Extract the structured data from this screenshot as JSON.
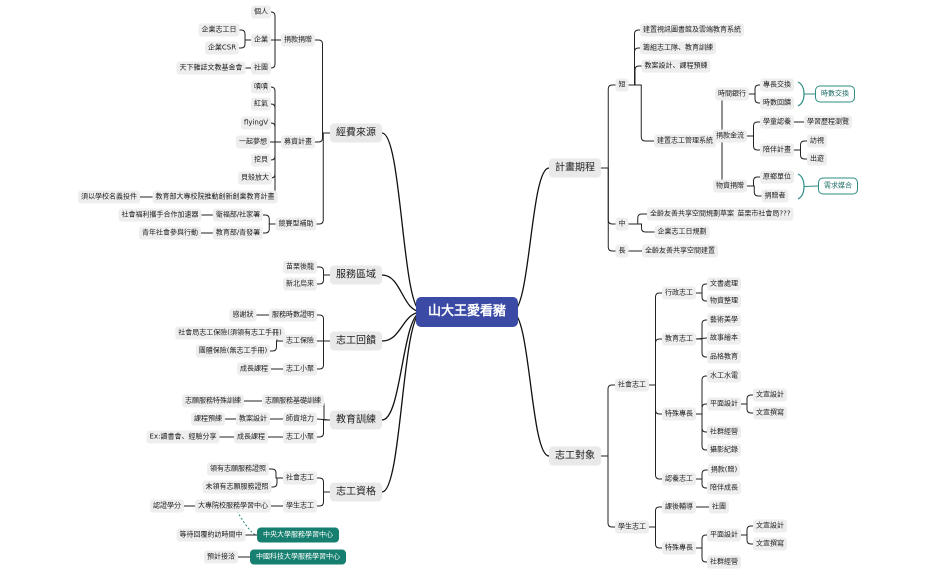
{
  "root": "山大王愛看豬",
  "nodes": [
    {
      "id": "l_src",
      "text": "經費來源"
    },
    {
      "id": "l_area",
      "text": "服務區域"
    },
    {
      "id": "l_rv",
      "text": "志工回饋"
    },
    {
      "id": "l_tr",
      "text": "教育訓練"
    },
    {
      "id": "l_q",
      "text": "志工資格"
    },
    {
      "id": "r_plan",
      "text": "計畫期程"
    },
    {
      "id": "r_tgt",
      "text": "志工對象"
    },
    {
      "id": "don",
      "text": "捐款捐贈"
    },
    {
      "id": "don_p",
      "text": "個人"
    },
    {
      "id": "don_c",
      "text": "企業"
    },
    {
      "id": "don_c1",
      "text": "企業志工日"
    },
    {
      "id": "don_c2",
      "text": "企業CSR"
    },
    {
      "id": "don_s",
      "text": "社團"
    },
    {
      "id": "don_s1",
      "text": "天下雜誌文教基金會"
    },
    {
      "id": "cf",
      "text": "募資計畫"
    },
    {
      "id": "cf1",
      "text": "嘖嘖"
    },
    {
      "id": "cf2",
      "text": "紅氣"
    },
    {
      "id": "cf3",
      "text": "flyingV"
    },
    {
      "id": "cf4",
      "text": "一起夢想"
    },
    {
      "id": "cf5",
      "text": "挖貝"
    },
    {
      "id": "cf6",
      "text": "貝殼放大"
    },
    {
      "id": "cf7",
      "text": "教育部大專校院推動創新創業教育計畫"
    },
    {
      "id": "cf7a",
      "text": "須以學校名義投件"
    },
    {
      "id": "gov",
      "text": "競賽型補助"
    },
    {
      "id": "gov1",
      "text": "衛福部/社家署"
    },
    {
      "id": "gov1a",
      "text": "社會福利攜手合作加速器"
    },
    {
      "id": "gov2",
      "text": "教育部/青發署"
    },
    {
      "id": "gov2a",
      "text": "青年社會參與行動"
    },
    {
      "id": "ar1",
      "text": "苗栗後龍"
    },
    {
      "id": "ar2",
      "text": "新北烏來"
    },
    {
      "id": "rv1",
      "text": "服務時數證明"
    },
    {
      "id": "rv1a",
      "text": "感謝狀"
    },
    {
      "id": "rv2",
      "text": "志工保險"
    },
    {
      "id": "rv2a",
      "text": "社會局志工保險(須領有志工手冊)"
    },
    {
      "id": "rv2b",
      "text": "團體保險(無志工手冊)"
    },
    {
      "id": "rv3",
      "text": "志工小聚"
    },
    {
      "id": "rv3a",
      "text": "成長課程"
    },
    {
      "id": "tr1",
      "text": "志願服務基礎訓練"
    },
    {
      "id": "tr1a",
      "text": "志願服務特殊訓練"
    },
    {
      "id": "tr2",
      "text": "師資培力"
    },
    {
      "id": "tr2a",
      "text": "教案設計"
    },
    {
      "id": "tr2b",
      "text": "課程預練"
    },
    {
      "id": "tr3",
      "text": "志工小聚"
    },
    {
      "id": "tr3a",
      "text": "成長課程"
    },
    {
      "id": "tr3b",
      "text": "Ex:讀書會、經驗分享"
    },
    {
      "id": "q1",
      "text": "社會志工"
    },
    {
      "id": "q1a",
      "text": "領有志願服務證照"
    },
    {
      "id": "q1b",
      "text": "未領有志願服務證照"
    },
    {
      "id": "q2",
      "text": "學生志工"
    },
    {
      "id": "q2a",
      "text": "大專院校服務學習中心"
    },
    {
      "id": "q2b",
      "text": "認證學分"
    },
    {
      "id": "q3",
      "text": "中央大學服務學習中心"
    },
    {
      "id": "q3a",
      "text": "等待回覆約訪時間中"
    },
    {
      "id": "q4",
      "text": "中國科技大學服務學習中心"
    },
    {
      "id": "q4a",
      "text": "預計接洽"
    },
    {
      "id": "pS",
      "text": "短"
    },
    {
      "id": "pS1",
      "text": "建置視訊圖書館及雲端教育系統"
    },
    {
      "id": "pS2",
      "text": "籌組志工隊、教育訓練"
    },
    {
      "id": "pS3",
      "text": "教案設計、課程預練"
    },
    {
      "id": "pS4",
      "text": "建置志工管理系統"
    },
    {
      "id": "tb",
      "text": "時間銀行"
    },
    {
      "id": "tb1",
      "text": "專長交換"
    },
    {
      "id": "tb2",
      "text": "時數回饋"
    },
    {
      "id": "tbT",
      "text": "時數交換"
    },
    {
      "id": "cash",
      "text": "捐款金流"
    },
    {
      "id": "c1",
      "text": "學童認養"
    },
    {
      "id": "c1a",
      "text": "學習歷程瀏覽"
    },
    {
      "id": "c2",
      "text": "陪伴計畫"
    },
    {
      "id": "c2a",
      "text": "訪視"
    },
    {
      "id": "c2b",
      "text": "出遊"
    },
    {
      "id": "mat",
      "text": "物資捐贈"
    },
    {
      "id": "m1",
      "text": "原鄉單位"
    },
    {
      "id": "m2",
      "text": "捐贈者"
    },
    {
      "id": "mT",
      "text": "需求媒合"
    },
    {
      "id": "pM",
      "text": "中"
    },
    {
      "id": "pM1",
      "text": "全齡友善共享空間規劃草案"
    },
    {
      "id": "pM1a",
      "text": "苗栗市社會局???"
    },
    {
      "id": "pM2",
      "text": "企業志工日規劃"
    },
    {
      "id": "pL",
      "text": "長"
    },
    {
      "id": "pL1",
      "text": "全齡友善共享空間建置"
    },
    {
      "id": "sv",
      "text": "社會志工"
    },
    {
      "id": "adm",
      "text": "行政志工"
    },
    {
      "id": "adm1",
      "text": "文書處理"
    },
    {
      "id": "adm2",
      "text": "物資整理"
    },
    {
      "id": "edu",
      "text": "教育志工"
    },
    {
      "id": "edu1",
      "text": "藝術美學"
    },
    {
      "id": "edu2",
      "text": "故事繪本"
    },
    {
      "id": "edu3",
      "text": "品格教育"
    },
    {
      "id": "sp",
      "text": "特殊專長"
    },
    {
      "id": "sp1",
      "text": "水工水電"
    },
    {
      "id": "sp2",
      "text": "平面設計"
    },
    {
      "id": "sp2a",
      "text": "文宣設計"
    },
    {
      "id": "sp2b",
      "text": "文宣撰寫"
    },
    {
      "id": "sp3",
      "text": "社群經營"
    },
    {
      "id": "sp4",
      "text": "攝影紀錄"
    },
    {
      "id": "rec",
      "text": "認養志工"
    },
    {
      "id": "rec1",
      "text": "捐款(贈)"
    },
    {
      "id": "rec2",
      "text": "陪伴成長"
    },
    {
      "id": "st",
      "text": "學生志工"
    },
    {
      "id": "st1",
      "text": "課後輔導"
    },
    {
      "id": "st1a",
      "text": "社團"
    },
    {
      "id": "st2",
      "text": "特殊專長"
    },
    {
      "id": "st2a",
      "text": "平面設計"
    },
    {
      "id": "st2a1",
      "text": "文宣設計"
    },
    {
      "id": "st2a2",
      "text": "文宣撰寫"
    },
    {
      "id": "st2b",
      "text": "社群經營"
    }
  ]
}
